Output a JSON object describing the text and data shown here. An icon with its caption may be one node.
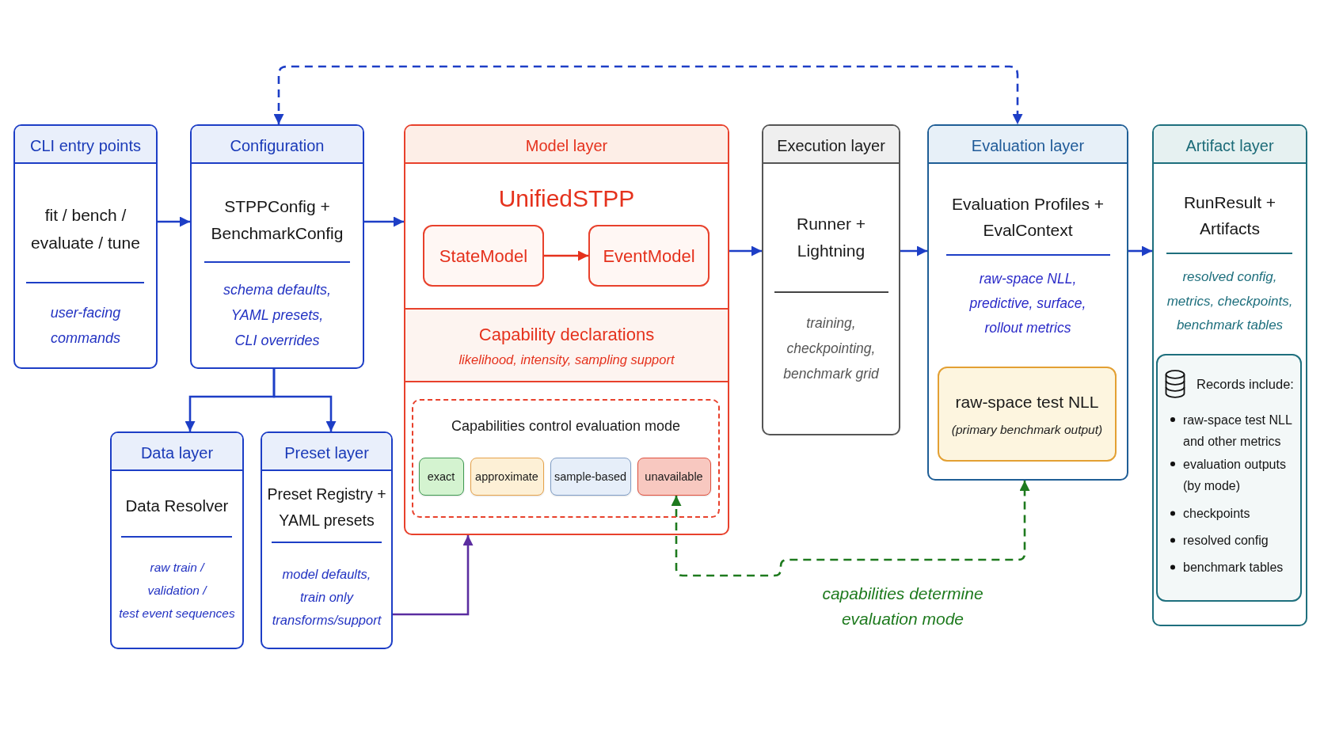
{
  "diagram": {
    "nodes": [
      {
        "text": [
          "CLI entry points",
          "fit / bench / evaluate / tune",
          "user-facing commands"
        ]
      },
      {
        "text": [
          "Configuration",
          "STPPConfig + BenchmarkConfig",
          "schema defaults, YAML presets, CLI overrides"
        ]
      },
      {
        "text": [
          "Data layer",
          "Data Resolver",
          "raw train / validation / test event sequences"
        ]
      },
      {
        "text": [
          "Preset layer",
          "Preset Registry + YAML presets",
          "model defaults, train only transforms/support"
        ]
      },
      {
        "text": [
          "Model layer",
          "UnifiedSTPP"
        ]
      },
      {
        "text": [
          "StateModel"
        ],
        "in": 4
      },
      {
        "text": [
          "EventModel"
        ],
        "in": 4
      },
      {
        "text": [
          "Capability declarations",
          "likelihood, intensity, sampling support"
        ],
        "in": 4
      },
      {
        "text": [
          "Capabilities control evaluation mode"
        ],
        "in": 4
      },
      {
        "text": [
          "exact"
        ],
        "in": 8
      },
      {
        "text": [
          "approximate"
        ],
        "in": 8
      },
      {
        "text": [
          "sample-based"
        ],
        "in": 8
      },
      {
        "text": [
          "unavailable"
        ],
        "in": 8
      },
      {
        "text": [
          "Execution layer",
          "Runner + Lightning",
          "training, checkpointing, benchmark grid"
        ]
      },
      {
        "text": [
          "Evaluation layer",
          "Evaluation Profiles + EvalContext",
          "raw-space NLL, predictive, surface, rollout metrics"
        ]
      },
      {
        "text": [
          "raw-space test NLL",
          "(primary benchmark output)"
        ],
        "in": 14
      },
      {
        "text": [
          "Artifact layer",
          "RunResult + Artifacts",
          "resolved config, metrics, checkpoints, benchmark tables"
        ]
      },
      {
        "text": [
          "Records include:",
          "raw-space test NLL and other metrics",
          "evaluation outputs (by mode)",
          "checkpoints",
          "resolved config",
          "benchmark tables"
        ],
        "in": 16
      }
    ],
    "edges": [
      {
        "from": 0,
        "to": 1,
        "arrow": "to"
      },
      {
        "from": 1,
        "to": 4,
        "arrow": "to"
      },
      {
        "from": 1,
        "to": 2,
        "arrow": "to"
      },
      {
        "from": 1,
        "to": 3,
        "arrow": "to"
      },
      {
        "from": 3,
        "to": 4,
        "arrow": "to",
        "color": "#5b2da0"
      },
      {
        "from": 5,
        "to": 6,
        "arrow": "to",
        "color": "#e5321d"
      },
      {
        "from": 4,
        "to": 13,
        "arrow": "to"
      },
      {
        "from": 13,
        "to": 14,
        "arrow": "to"
      },
      {
        "from": 14,
        "to": 16,
        "arrow": "to"
      },
      {
        "from": 1,
        "to": 14,
        "arrow": "both",
        "style": "dashed"
      },
      {
        "from": 12,
        "to": 14,
        "arrow": "both",
        "style": "dashed",
        "color": "#1e7a1e",
        "label": "capabilities determine evaluation mode"
      }
    ]
  }
}
